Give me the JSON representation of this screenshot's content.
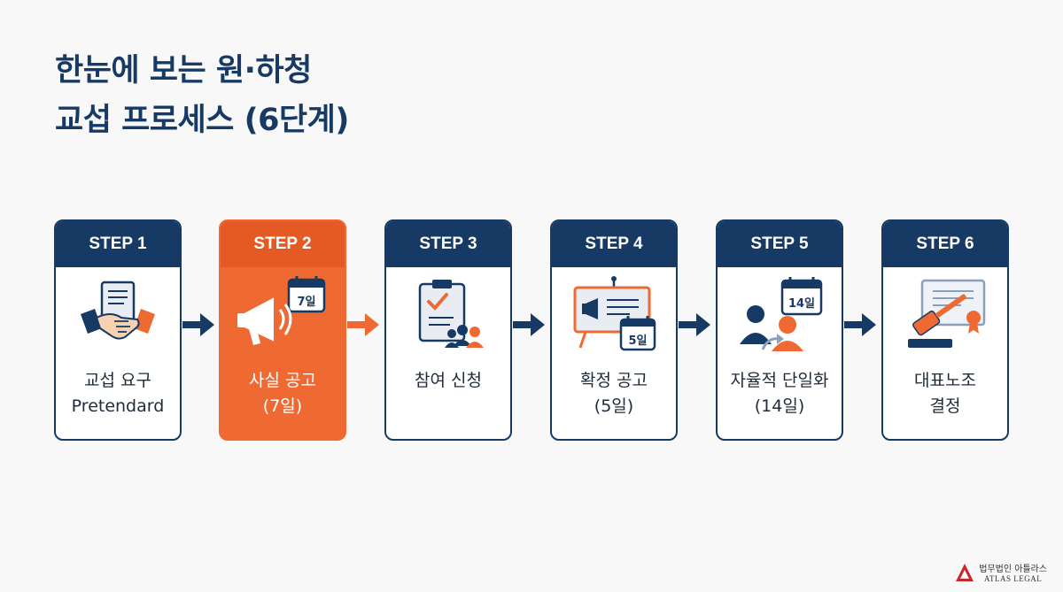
{
  "title": {
    "line1": "한눈에 보는 원·하청",
    "line2": "교섭 프로세스 (6단계)"
  },
  "steps": [
    {
      "step": "STEP 1",
      "line1": "교섭 요구",
      "line2": "Pretendard",
      "icon": "handshake-document-icon"
    },
    {
      "step": "STEP 2",
      "line1": "사실 공고",
      "line2": "(7일)",
      "icon": "megaphone-calendar-icon",
      "badge": "7일"
    },
    {
      "step": "STEP 3",
      "line1": "참여 신청",
      "line2": "",
      "icon": "clipboard-people-icon"
    },
    {
      "step": "STEP 4",
      "line1": "확정 공고",
      "line2": "(5일)",
      "icon": "notice-board-calendar-icon",
      "badge": "5일"
    },
    {
      "step": "STEP 5",
      "line1": "자율적 단일화",
      "line2": "(14일)",
      "icon": "people-calendar-icon",
      "badge": "14일"
    },
    {
      "step": "STEP 6",
      "line1": "대표노조",
      "line2": "결정",
      "icon": "gavel-certificate-icon"
    }
  ],
  "logo": {
    "korean": "법무법인 아틀라스",
    "english": "ATLAS LEGAL"
  },
  "colors": {
    "navy": "#163a63",
    "orange": "#ef6a33"
  }
}
